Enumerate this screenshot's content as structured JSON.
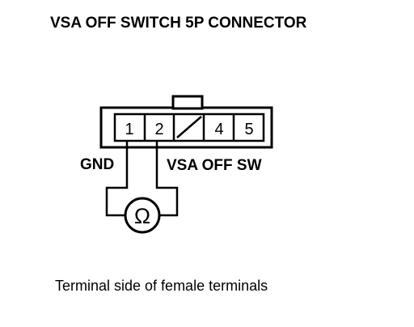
{
  "title": "VSA OFF SWITCH 5P CONNECTOR",
  "connector": {
    "pins": [
      "1",
      "2",
      "",
      "4",
      "5"
    ],
    "blank_pin_marker": "diagonal-slash"
  },
  "labels": {
    "gnd": "GND",
    "vsa_off_sw": "VSA OFF SW"
  },
  "meter": {
    "symbol": "Ω",
    "icon": "ohmmeter-icon"
  },
  "caption": "Terminal side of female terminals",
  "colors": {
    "ink": "#000000",
    "background": "#ffffff"
  }
}
